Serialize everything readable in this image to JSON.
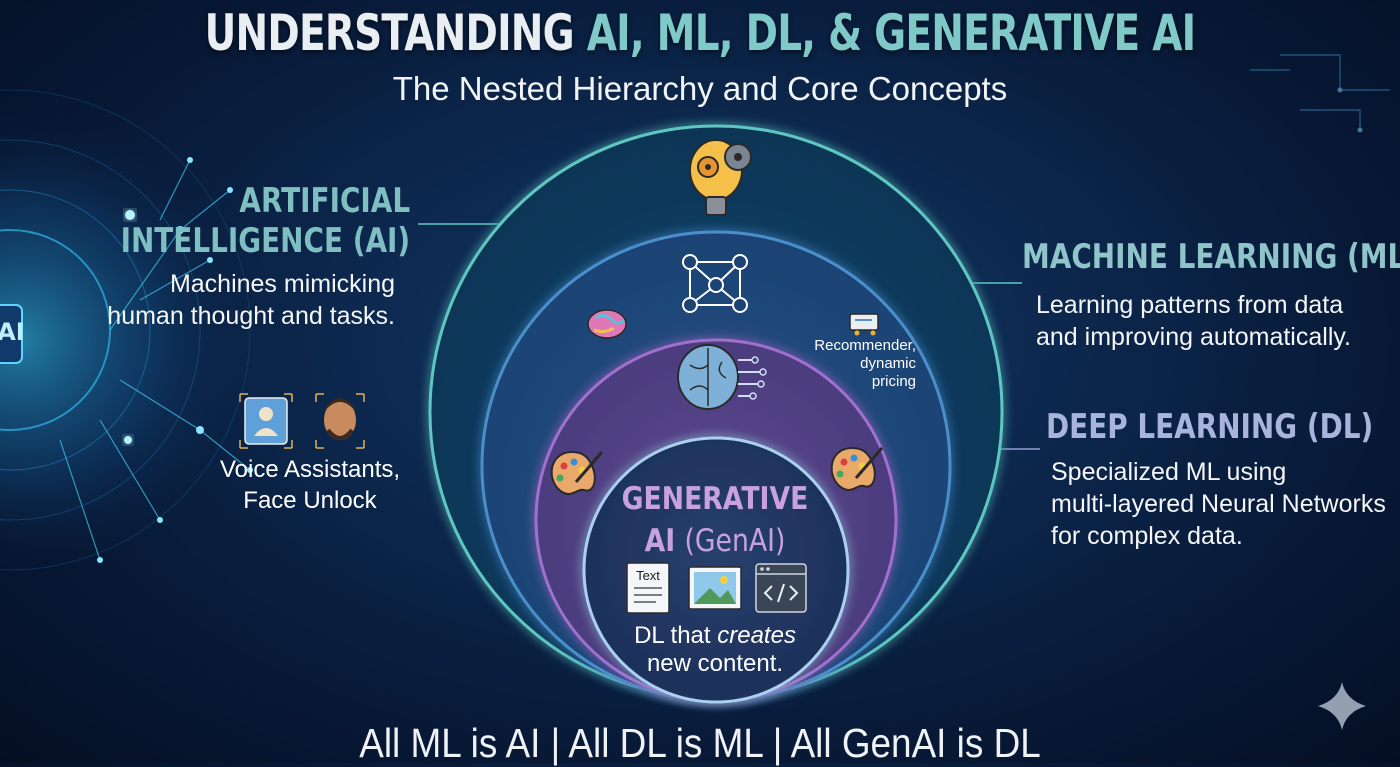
{
  "header": {
    "title_part1": "UNDERSTANDING",
    "title_part2": "AI, ML, DL, & GENERATIVE AI",
    "subtitle": "The Nested Hierarchy and Core Concepts"
  },
  "categories": {
    "ai": {
      "title_line1": "ARTIFICIAL",
      "title_line2": "INTELLIGENCE (AI)",
      "desc_line1": "Machines mimicking",
      "desc_line2": "human thought and tasks.",
      "example_line1": "Voice Assistants,",
      "example_line2": "Face Unlock"
    },
    "ml": {
      "title": "MACHINE LEARNING (ML)",
      "desc_line1": "Learning patterns from data",
      "desc_line2": "and improving automatically.",
      "example_line1": "Recommender,",
      "example_line2": "dynamic",
      "example_line3": "pricing"
    },
    "dl": {
      "title": "DEEP LEARNING (DL)",
      "desc_line1": "Specialized ML using",
      "desc_line2": "multi-layered Neural Networks",
      "desc_line3": "for complex data."
    },
    "genai": {
      "title_line1": "GENERATIVE",
      "title_line2a": "AI",
      "title_line2b": "(GenAI)",
      "desc_line1a": "DL that",
      "desc_line1b": "creates",
      "desc_line2": "new content.",
      "text_icon_label": "Text"
    }
  },
  "side_badge": "AI",
  "footer": {
    "summary": "All ML is AI | All DL is ML | All GenAI is DL"
  },
  "colors": {
    "ai_ring": "#5fc7c2",
    "ml_ring": "#3f7fb8",
    "dl_ring": "#8a5db5",
    "genai_ring": "#9fc6ea",
    "title_accent": "#7fc9c9",
    "background": "#0b2448"
  },
  "icons": [
    "lightbulb-gears-icon",
    "neural-network-icon",
    "brain-icon",
    "shopping-cart-icon",
    "circuit-brain-icon",
    "palette-icon",
    "text-document-icon",
    "image-icon",
    "code-icon",
    "person-scan-icon",
    "face-scan-icon",
    "sparkle-icon",
    "ai-globe-icon"
  ]
}
